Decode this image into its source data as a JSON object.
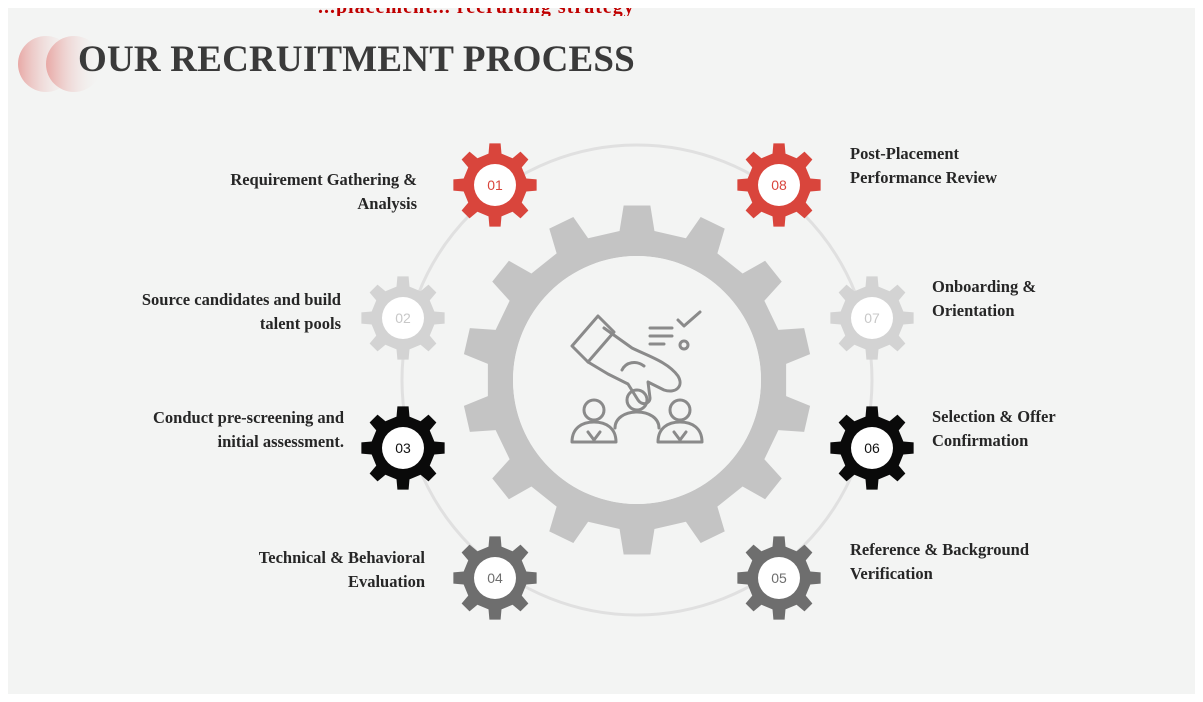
{
  "header": {
    "banner_text": "...placement... recruiting strategy",
    "title": "OUR RECRUITMENT PROCESS"
  },
  "colors": {
    "red": "#d9453c",
    "light_gray": "#d3d3d3",
    "black": "#0a0a0a",
    "dark_gray": "#6e6e6e",
    "center_gear": "#c4c4c4",
    "ring": "#e0e0e0"
  },
  "center_icon": "hand-selecting-candidate-icon",
  "steps": [
    {
      "num": "01",
      "line1": "Requirement Gathering &",
      "line2": "Analysis",
      "color": "#d9453c",
      "num_color": "#d9453c"
    },
    {
      "num": "02",
      "line1": "Source candidates and build",
      "line2": "talent pools",
      "color": "#d3d3d3",
      "num_color": "#c8c8c8"
    },
    {
      "num": "03",
      "line1": "Conduct pre-screening and",
      "line2": "initial assessment.",
      "color": "#0a0a0a",
      "num_color": "#111111"
    },
    {
      "num": "04",
      "line1": "Technical & Behavioral",
      "line2": "Evaluation",
      "color": "#6e6e6e",
      "num_color": "#6e6e6e"
    },
    {
      "num": "05",
      "line1": "Reference & Background",
      "line2": "Verification",
      "color": "#6e6e6e",
      "num_color": "#6e6e6e"
    },
    {
      "num": "06",
      "line1": "Selection & Offer",
      "line2": "Confirmation",
      "color": "#0a0a0a",
      "num_color": "#111111"
    },
    {
      "num": "07",
      "line1": "Onboarding &",
      "line2": "Orientation",
      "color": "#d3d3d3",
      "num_color": "#c8c8c8"
    },
    {
      "num": "08",
      "line1": "Post-Placement",
      "line2": "Performance Review",
      "color": "#d9453c",
      "num_color": "#d9453c"
    }
  ]
}
